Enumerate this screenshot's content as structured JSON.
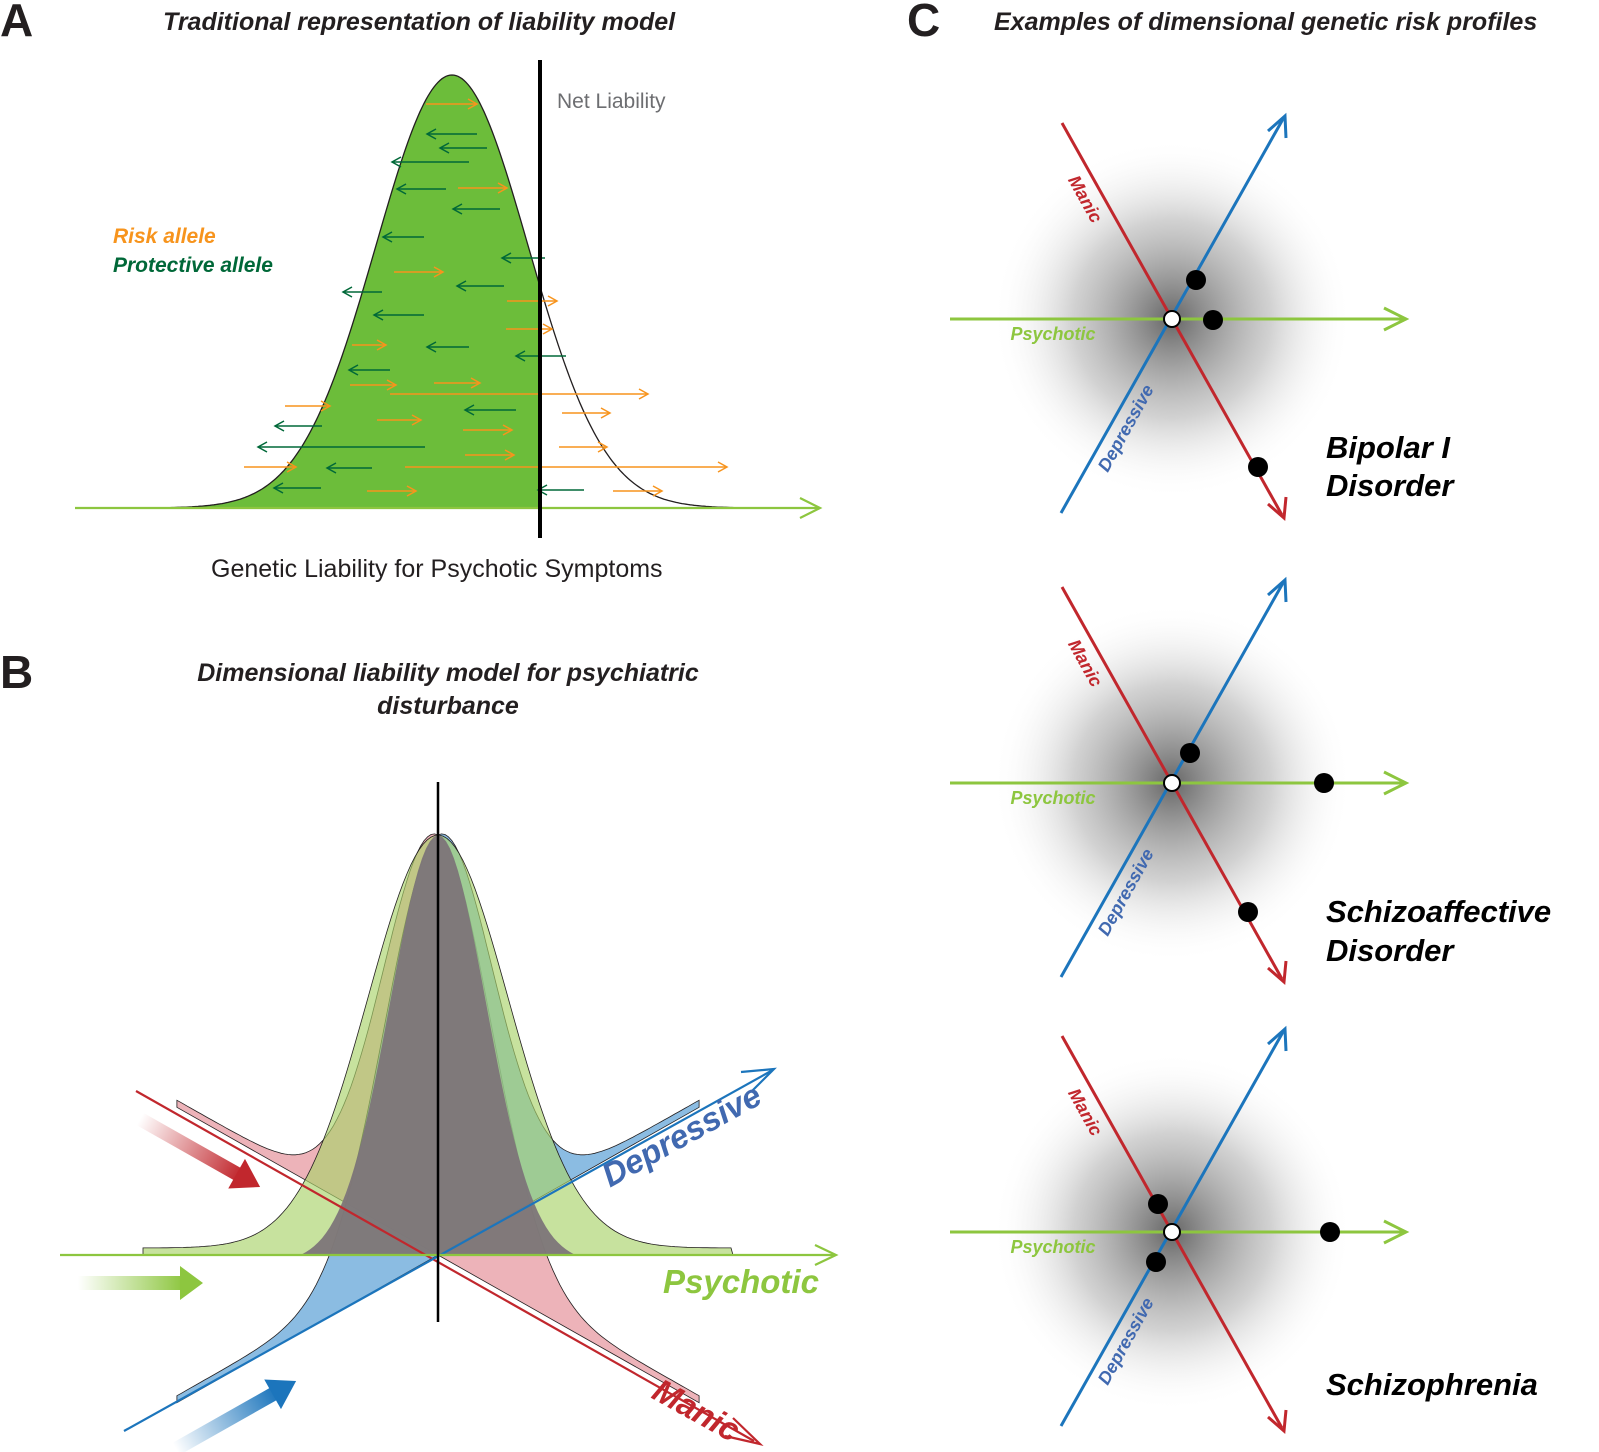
{
  "colors": {
    "risk": "#f7941d",
    "protective": "#006838",
    "psychotic": "#8dc63f",
    "depressive": "#1c75bc",
    "depressive_text": "#4169b0",
    "manic": "#c1272d",
    "dark": "#231f20",
    "gray_label": "#6d6e71"
  },
  "panel_a": {
    "letter": "A",
    "title": "Traditional representation of liability model",
    "net_liability_label": "Net Liability",
    "legend_risk": "Risk allele",
    "legend_protective": "Protective allele",
    "x_axis_label": "Genetic Liability for Psychotic Symptoms"
  },
  "panel_b": {
    "letter": "B",
    "title_line1": "Dimensional liability model for psychiatric",
    "title_line2": "disturbance",
    "axis_psychotic": "Psychotic",
    "axis_depressive": "Depressive",
    "axis_manic": "Manic"
  },
  "panel_c": {
    "letter": "C",
    "title": "Examples of dimensional genetic risk profiles",
    "axis_manic": "Manic",
    "axis_psychotic": "Psychotic",
    "axis_depressive": "Depressive",
    "profiles": [
      {
        "name_line1": "Bipolar I",
        "name_line2": "Disorder"
      },
      {
        "name_line1": "Schizoaffective",
        "name_line2": "Disorder"
      },
      {
        "name_line1": "Schizophrenia",
        "name_line2": ""
      }
    ]
  }
}
